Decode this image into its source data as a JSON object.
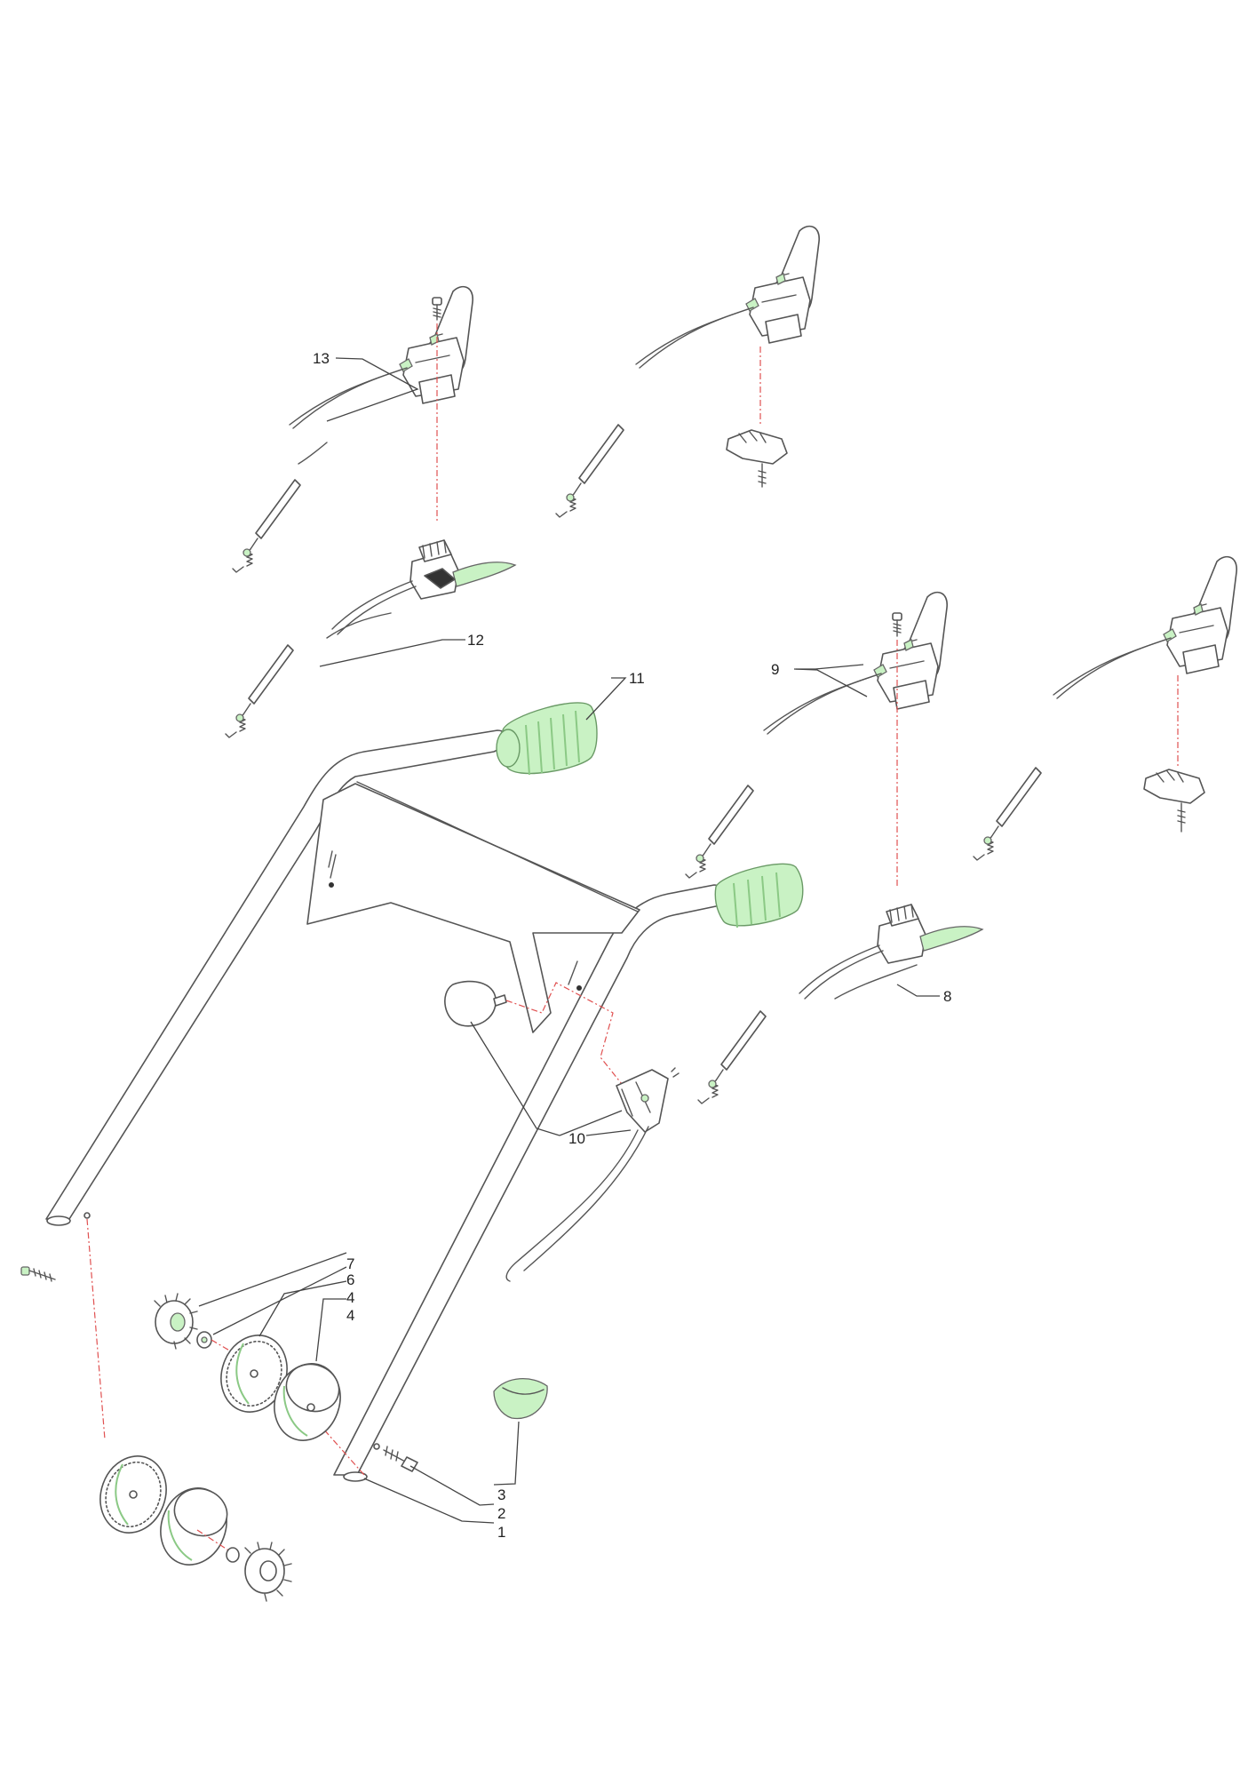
{
  "diagram": {
    "colors": {
      "outline": "#555555",
      "grip_fill": "#c9f2c4",
      "axis_line": "#e05050",
      "label": "#222222"
    },
    "callouts": [
      {
        "id": "c1",
        "label": "1"
      },
      {
        "id": "c2",
        "label": "2"
      },
      {
        "id": "c3",
        "label": "3"
      },
      {
        "id": "c4a",
        "label": "4"
      },
      {
        "id": "c4b",
        "label": "4"
      },
      {
        "id": "c6",
        "label": "6"
      },
      {
        "id": "c7",
        "label": "7"
      },
      {
        "id": "c8",
        "label": "8"
      },
      {
        "id": "c9",
        "label": "9"
      },
      {
        "id": "c10",
        "label": "10"
      },
      {
        "id": "c11",
        "label": "11"
      },
      {
        "id": "c12",
        "label": "12"
      },
      {
        "id": "c13",
        "label": "13"
      }
    ]
  }
}
